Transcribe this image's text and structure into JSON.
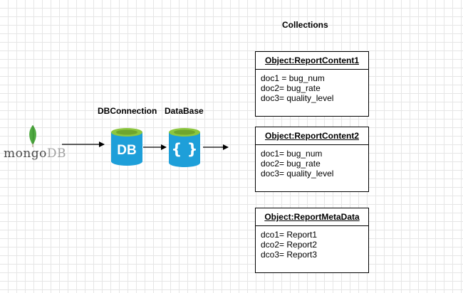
{
  "logo": {
    "text_mongo": "mongo",
    "text_db": "DB",
    "icon": "mongodb-leaf-icon"
  },
  "labels": {
    "collections": "Collections",
    "db_connection": "DBConnection",
    "database": "DataBase"
  },
  "icons": {
    "db_connection": {
      "name": "sql-database-icon",
      "glyph": "DB"
    },
    "database": {
      "name": "document-database-icon",
      "glyph": "{ }"
    }
  },
  "objects": [
    {
      "title": "Object:ReportContent1",
      "lines": [
        "doc1 = bug_num",
        "doc2= bug_rate",
        "doc3= quality_level"
      ]
    },
    {
      "title": "Object:ReportContent2",
      "lines": [
        "doc1= bug_num",
        "doc2= bug_rate",
        "doc3= quality_level"
      ]
    },
    {
      "title": "Object:ReportMetaData",
      "lines": [
        "dco1= Report1",
        "dco2= Report2",
        "dco3= Report3"
      ]
    }
  ],
  "colors": {
    "cylinder_blue": "#1e9fd9",
    "cylinder_top_green": "#8cc63f",
    "leaf_green": "#4faa41",
    "grid": "#e6e6e6"
  }
}
